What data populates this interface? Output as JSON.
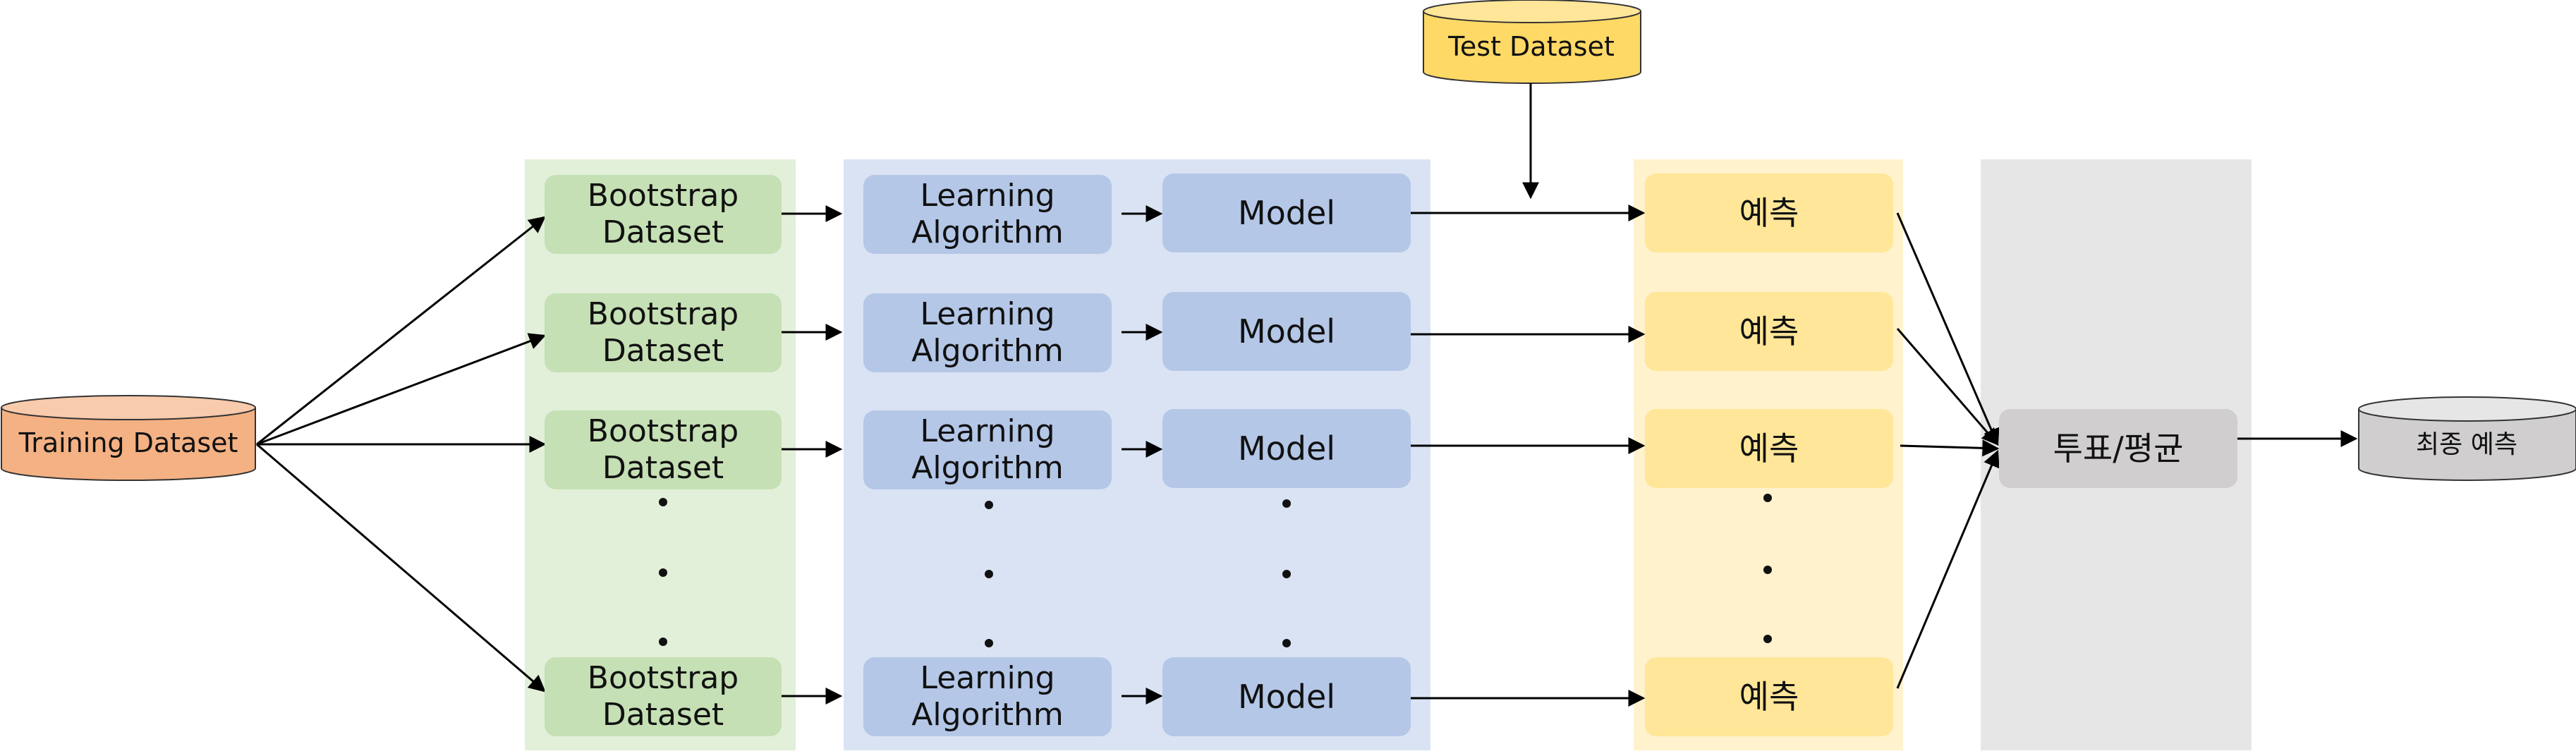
{
  "training": {
    "label": "Training Dataset",
    "fill": "#f4b183"
  },
  "test": {
    "label": "Test Dataset",
    "fill": "#ffd966"
  },
  "final": {
    "label": "최종 예측",
    "fill": "#d0cece"
  },
  "rows": [
    {
      "bootstrap": "Bootstrap\nDataset",
      "learning": "Learning\nAlgorithm",
      "model": "Model",
      "prediction": "예측"
    },
    {
      "bootstrap": "Bootstrap\nDataset",
      "learning": "Learning\nAlgorithm",
      "model": "Model",
      "prediction": "예측"
    },
    {
      "bootstrap": "Bootstrap\nDataset",
      "learning": "Learning\nAlgorithm",
      "model": "Model",
      "prediction": "예측"
    },
    {
      "bootstrap": "Bootstrap\nDataset",
      "learning": "Learning\nAlgorithm",
      "model": "Model",
      "prediction": "예측"
    }
  ],
  "aggregate": {
    "label": "투표/평균"
  },
  "colors": {
    "bootstrap_panel": "#e2efd9",
    "bootstrap_box": "#c5e0b4",
    "learning_panel": "#dae3f3",
    "learning_box": "#b4c7e7",
    "predict_panel": "#fff2cc",
    "predict_box": "#ffe699",
    "vote_panel": "#e7e6e6",
    "vote_box": "#d0cece"
  }
}
